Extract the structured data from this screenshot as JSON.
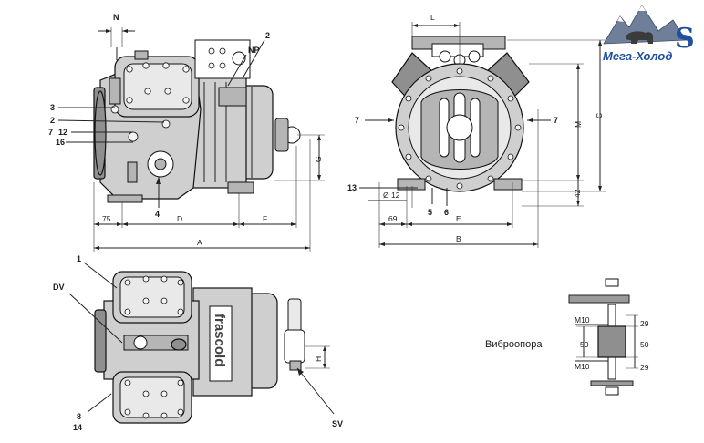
{
  "logo": {
    "letter": "S",
    "brand": "Мега-Холод",
    "colors": {
      "primary": "#1f4f9e",
      "mountain": "#6f7f99"
    }
  },
  "side_view": {
    "labels": {
      "n": "N",
      "np": "NP",
      "l3": "3",
      "l2a": "2",
      "l2b": "2",
      "l7": "7",
      "l12": "12",
      "l16": "16",
      "l4": "4"
    },
    "dims": {
      "d75": "75",
      "d": "D",
      "f": "F",
      "a": "A",
      "g": "G"
    }
  },
  "front_view": {
    "labels": {
      "l": "L",
      "l7a": "7",
      "l7b": "7",
      "l13": "13",
      "l5": "5",
      "l6": "6"
    },
    "dims": {
      "m": "M",
      "c": "C",
      "d42": "42",
      "dia12": "Ø 12",
      "d69": "69",
      "e": "E",
      "b": "B"
    }
  },
  "top_view": {
    "labels": {
      "l1": "1",
      "dv": "DV",
      "l8": "8",
      "l14": "14",
      "sv": "SV"
    },
    "dims": {
      "h": "H"
    },
    "nameplate": "frascold"
  },
  "vibration_mount": {
    "title": "Виброопора",
    "thread_top": "M10",
    "thread_bottom": "M10",
    "w50": "50",
    "h29a": "29",
    "h50": "50",
    "h29b": "29"
  }
}
